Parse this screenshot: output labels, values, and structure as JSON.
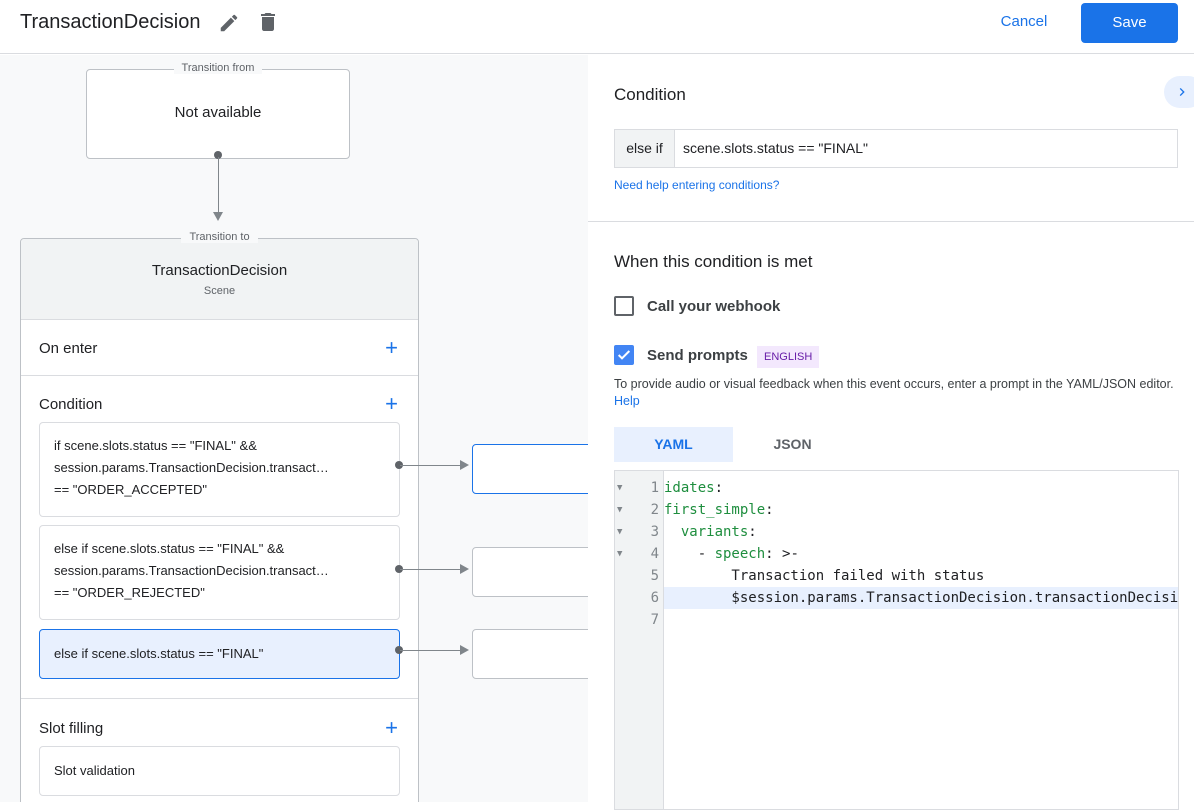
{
  "header": {
    "title": "TransactionDecision",
    "cancel_label": "Cancel",
    "save_label": "Save"
  },
  "canvas": {
    "transition_from": {
      "legend": "Transition from",
      "value": "Not available"
    },
    "transition_to": {
      "legend": "Transition to",
      "scene_name": "TransactionDecision",
      "scene_type": "Scene"
    },
    "sections": {
      "on_enter": "On enter",
      "condition": "Condition",
      "slot_filling": "Slot filling"
    },
    "conditions": [
      {
        "lines": [
          "if scene.slots.status == \"FINAL\" &&",
          "session.params.TransactionDecision.transact…",
          "== \"ORDER_ACCEPTED\""
        ]
      },
      {
        "lines": [
          "else if scene.slots.status == \"FINAL\" &&",
          "session.params.TransactionDecision.transact…",
          "== \"ORDER_REJECTED\""
        ]
      },
      {
        "lines": [
          "else if scene.slots.status == \"FINAL\""
        ],
        "selected": true
      }
    ],
    "slot_validation": "Slot validation"
  },
  "panel": {
    "condition_title": "Condition",
    "condition_prefix": "else if",
    "condition_value": "scene.slots.status == \"FINAL\"",
    "help_link": "Need help entering conditions?",
    "met_title": "When this condition is met",
    "webhook_label": "Call your webhook",
    "webhook_checked": false,
    "prompts_label": "Send prompts",
    "prompts_checked": true,
    "language_badge": "ENGLISH",
    "description": "To provide audio or visual feedback when this event occurs, enter a prompt in the YAML/JSON editor.",
    "description_link": "Help",
    "tabs": [
      {
        "label": "YAML",
        "active": true
      },
      {
        "label": "JSON",
        "active": false
      }
    ],
    "editor": {
      "lines": [
        {
          "n": "1",
          "key": "idates",
          "rest": ":"
        },
        {
          "n": "2",
          "key": "first_simple",
          "rest": ":"
        },
        {
          "n": "3",
          "pre": "  ",
          "key": "variants",
          "rest": ":"
        },
        {
          "n": "4",
          "pre": "    - ",
          "key": "speech",
          "rest": ": >-"
        },
        {
          "n": "5",
          "text": "        Transaction failed with status"
        },
        {
          "n": "6",
          "text": "        $session.params.TransactionDecision.transactionDecision"
        },
        {
          "n": "7",
          "text": ""
        }
      ]
    }
  },
  "colors": {
    "accent": "#1a73e8",
    "badge_bg": "#f3e8fd",
    "badge_text": "#681da8",
    "code_key": "#1e8e3e"
  }
}
